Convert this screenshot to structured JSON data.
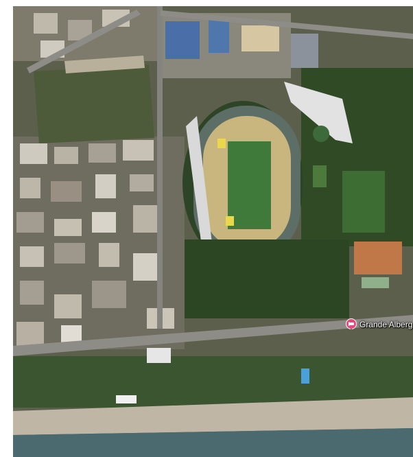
{
  "map": {
    "view": "satellite",
    "places": [
      {
        "name": "Grande Alberg",
        "category": "hotel",
        "icon": "hotel-pin-icon",
        "pin_color": "#e8467c"
      }
    ],
    "colors": {
      "vegetation": "#2f4a25",
      "track": "#5d6e66",
      "infield": "#c9b57e",
      "pitch": "#3f7a3a",
      "sea": "#4a6a70",
      "beach": "#bfb6a6",
      "road": "#8e8c86",
      "clay_court": "#c07848",
      "hard_court": "#4a6fa8"
    }
  }
}
